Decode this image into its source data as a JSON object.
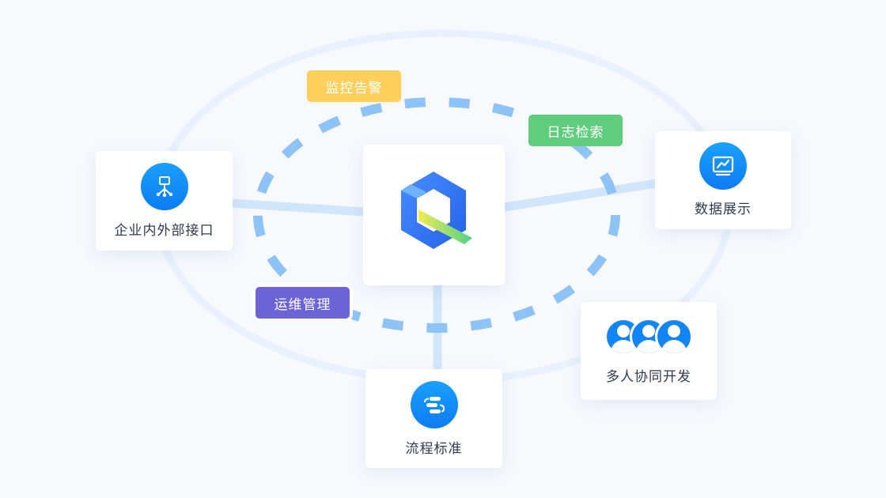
{
  "center": {
    "logo": "product-logo-icon"
  },
  "nodes": {
    "interface": {
      "label": "企业内外部接口",
      "icon": "hierarchy-icon"
    },
    "display": {
      "label": "数据展示",
      "icon": "monitor-chart-icon"
    },
    "collab": {
      "label": "多人协同开发",
      "icon": "people-group-icon"
    },
    "process": {
      "label": "流程标准",
      "icon": "flow-steps-icon"
    }
  },
  "tags": {
    "monitor": {
      "label": "监控告警",
      "color": "#ffcf5c"
    },
    "log": {
      "label": "日志检索",
      "color": "#5fcc7e"
    },
    "ops": {
      "label": "运维管理",
      "color": "#6b63d6"
    }
  },
  "colors": {
    "accent": "#1185f5",
    "dashed_ring": "#8ec3f7",
    "connector": "#cfe4fb",
    "outer_ring": "#e8f1fd"
  }
}
